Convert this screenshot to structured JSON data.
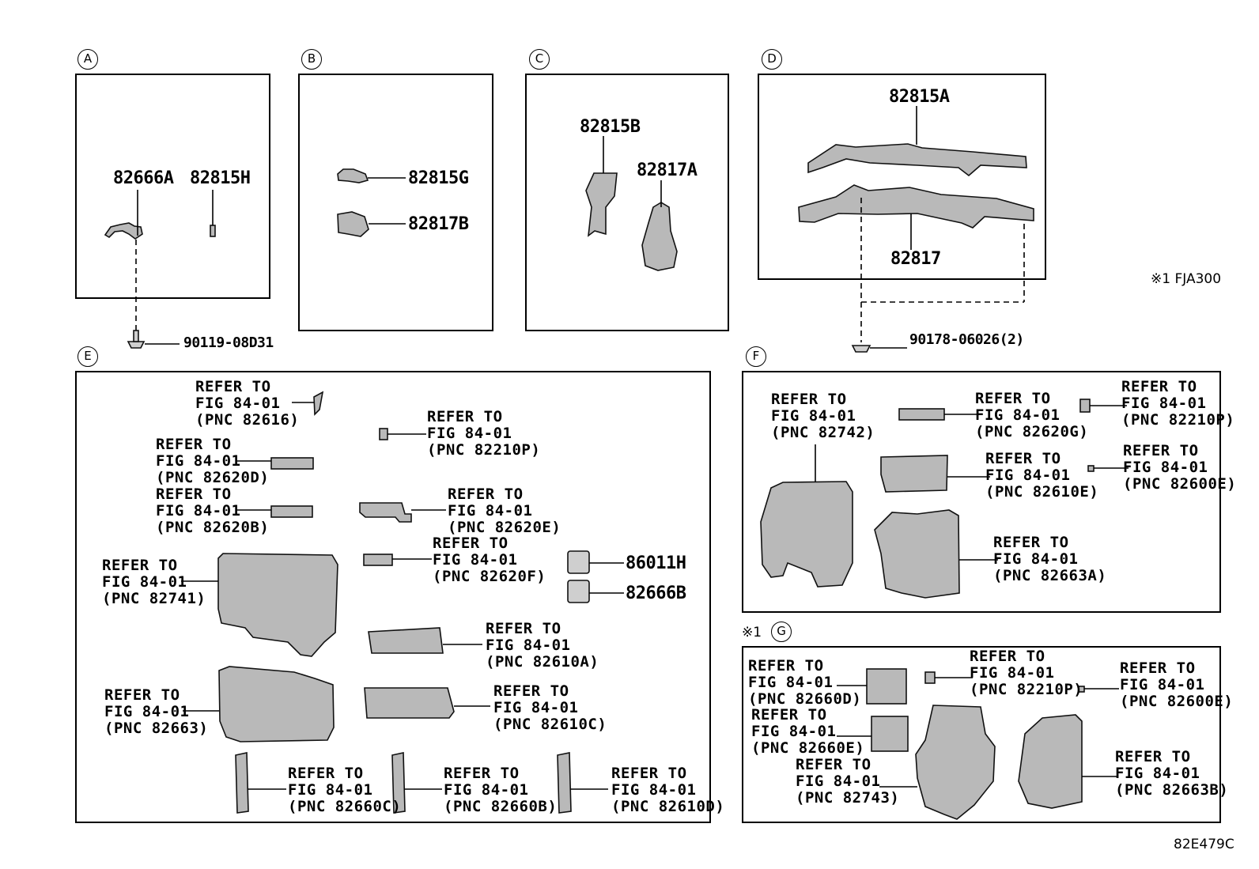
{
  "sections": {
    "A": {
      "label": "A",
      "parts": [
        "82666A",
        "82815H"
      ],
      "bolt": "90119-08D31"
    },
    "B": {
      "label": "B",
      "parts": [
        "82815G",
        "82817B"
      ]
    },
    "C": {
      "label": "C",
      "parts": [
        "82815B",
        "82817A"
      ]
    },
    "D": {
      "label": "D",
      "parts": [
        "82815A",
        "82817"
      ],
      "clip": "90178-06026(2)"
    },
    "E": {
      "label": "E",
      "refs": [
        "REFER TO\nFIG 84-01\n(PNC 82616)",
        "REFER TO\nFIG 84-01\n(PNC 82210P)",
        "REFER TO\nFIG 84-01\n(PNC 82620D)",
        "REFER TO\nFIG 84-01\n(PNC 82620B)",
        "REFER TO\nFIG 84-01\n(PNC 82620E)",
        "REFER TO\nFIG 84-01\n(PNC 82620F)",
        "REFER TO\nFIG 84-01\n(PNC 82741)",
        "REFER TO\nFIG 84-01\n(PNC 82610A)",
        "REFER TO\nFIG 84-01\n(PNC 82663)",
        "REFER TO\nFIG 84-01\n(PNC 82610C)",
        "REFER TO\nFIG 84-01\n(PNC 82660C)",
        "REFER TO\nFIG 84-01\n(PNC 82660B)",
        "REFER TO\nFIG 84-01\n(PNC 82610D)"
      ],
      "parts": [
        "86011H",
        "82666B"
      ]
    },
    "F": {
      "label": "F",
      "refs": [
        "REFER TO\nFIG 84-01\n(PNC 82742)",
        "REFER TO\nFIG 84-01\n(PNC 82620G)",
        "REFER TO\nFIG 84-01\n(PNC 82210P)",
        "REFER TO\nFIG 84-01\n(PNC 82610E)",
        "REFER TO\nFIG 84-01\n(PNC 82600E)",
        "REFER TO\nFIG 84-01\n(PNC 82663A)"
      ]
    },
    "G": {
      "label": "G",
      "note_mark": "※1",
      "refs": [
        "REFER TO\nFIG 84-01\n(PNC 82660D)",
        "REFER TO\nFIG 84-01\n(PNC 82210P)",
        "REFER TO\nFIG 84-01\n(PNC 82600E)",
        "REFER TO\nFIG 84-01\n(PNC 82660E)",
        "REFER TO\nFIG 84-01\n(PNC 82743)",
        "REFER TO\nFIG 84-01\n(PNC 82663B)"
      ]
    }
  },
  "footnote": "※1 FJA300",
  "diagram_id": "82E479C"
}
